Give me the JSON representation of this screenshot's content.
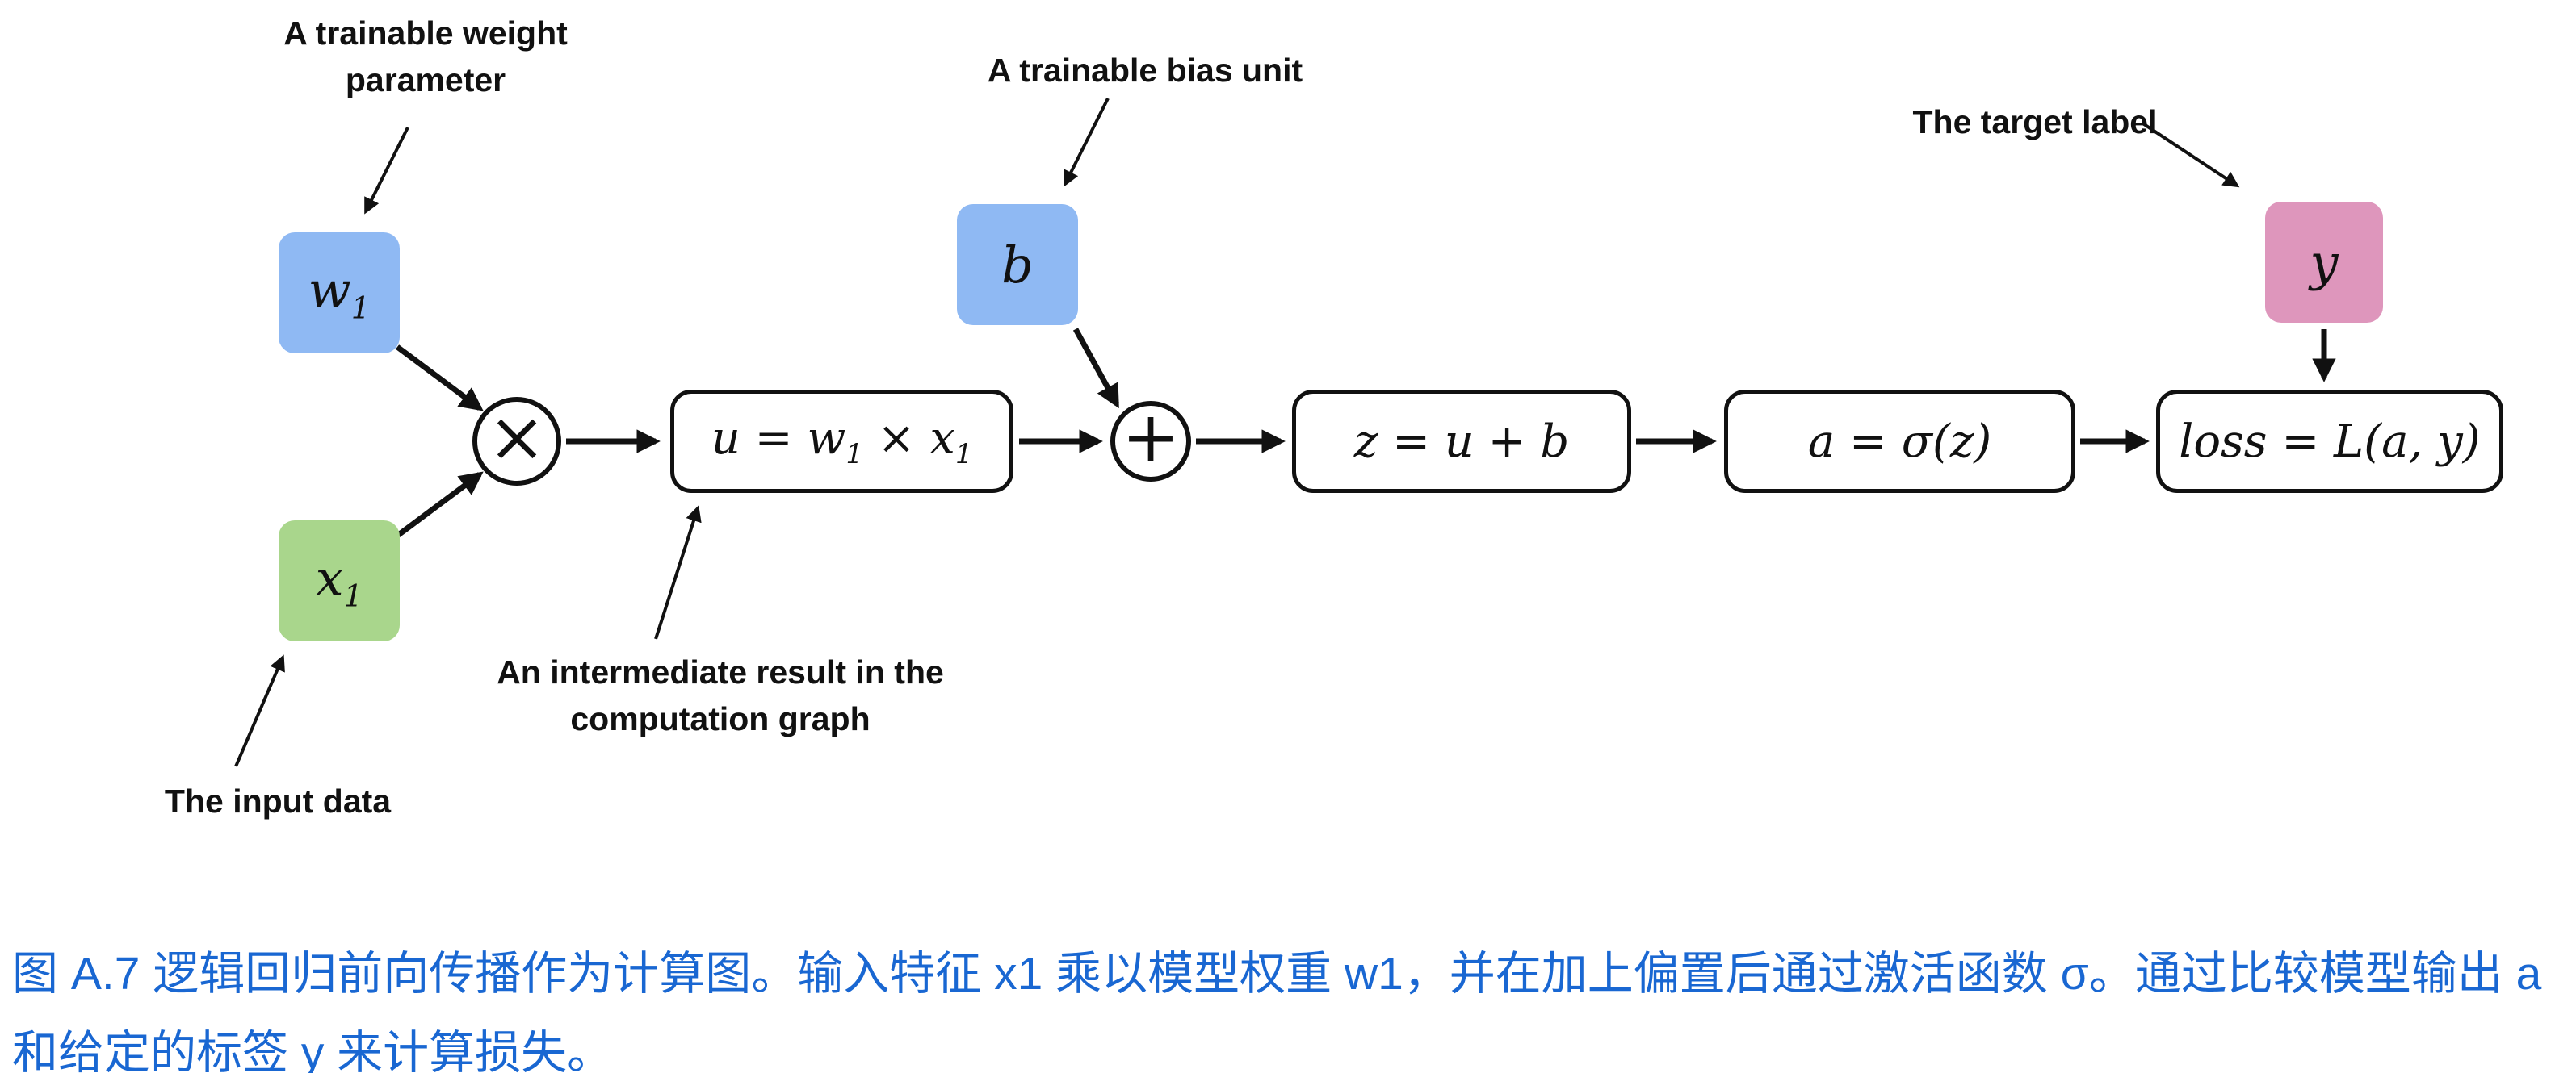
{
  "annotations": {
    "weight_line1": "A trainable weight",
    "weight_line2": "parameter",
    "bias": "A trainable bias unit",
    "target": "The target label",
    "input": "The input data",
    "intermediate_line1": "An intermediate result in the",
    "intermediate_line2": "computation graph"
  },
  "nodes": {
    "w1_base": "w",
    "w1_sub": "1",
    "x1_base": "x",
    "x1_sub": "1",
    "b": "b",
    "y": "y",
    "multiply_symbol": "×",
    "add_symbol": "+"
  },
  "formulas": {
    "u_p1": "u = w",
    "u_s1": "1",
    "u_p2": " × x",
    "u_s2": "1",
    "z": "z = u + b",
    "a": "a = σ(z)",
    "loss": "loss = L(a, y)"
  },
  "colors": {
    "weight_fill": "#8fb9f3",
    "bias_fill": "#8fb9f3",
    "input_fill": "#a9d68c",
    "target_fill": "#de96bc",
    "caption_color": "#1967d2",
    "line_color": "#111111"
  },
  "caption": "图 A.7 逻辑回归前向传播作为计算图。输入特征 x1 乘以模型权重 w1，并在加上偏置后通过激活函数 σ。通过比较模型输出 a 和给定的标签 y 来计算损失。"
}
